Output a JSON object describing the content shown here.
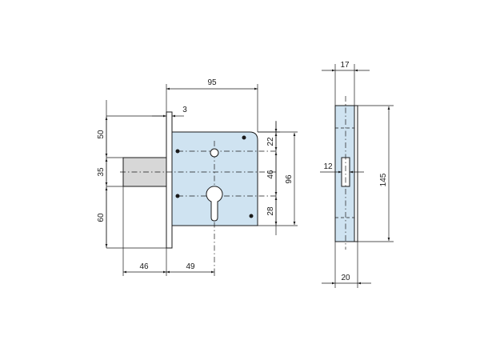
{
  "colors": {
    "case_fill": "#cfe3f1",
    "line": "#1a1a1a",
    "bolt_fill": "#d7d7d7",
    "dot": "#1a1a1a"
  },
  "dimensions": {
    "case_width": "95",
    "faceplate_thickness": "3",
    "top_to_bolt": "50",
    "bolt_height": "35",
    "bolt_to_bottom": "60",
    "bolt_throw": "46",
    "backset": "49",
    "upper_hole": "22",
    "hole_spacing": "46",
    "lower_hole": "28",
    "case_height": "96",
    "side_thickness": "17",
    "bolt_slot": "12",
    "faceplate_height": "145",
    "faceplate_width": "20"
  }
}
